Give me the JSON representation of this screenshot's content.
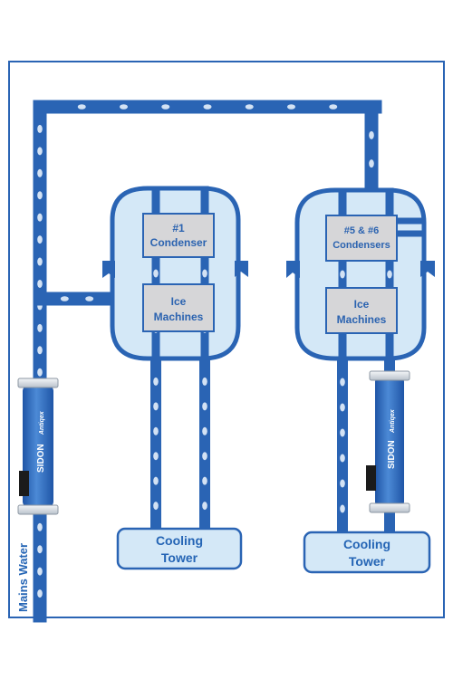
{
  "units": {
    "left": {
      "top_box": {
        "line1": "#1",
        "line2": "Condenser"
      },
      "bottom_box": {
        "line1": "Ice",
        "line2": "Machines"
      }
    },
    "right": {
      "top_box": {
        "line1": "#5 & #6",
        "line2": "Condensers"
      },
      "bottom_box": {
        "line1": "Ice",
        "line2": "Machines"
      }
    }
  },
  "cooling_towers": [
    {
      "line1": "Cooling",
      "line2": "Tower"
    },
    {
      "line1": "Cooling",
      "line2": "Tower"
    }
  ],
  "mains_label": "Mains Water",
  "device_brand": "SIDON",
  "device_model": "Antiqex",
  "colors": {
    "frame": "#2a64b4",
    "pipe": "#2a64b4",
    "droplet": "#e6f0fb",
    "tank_fill": "#d4e8f7",
    "tank_stroke": "#2a64b4",
    "box_fill": "#d6d6d8",
    "box_stroke": "#2a64b4"
  }
}
